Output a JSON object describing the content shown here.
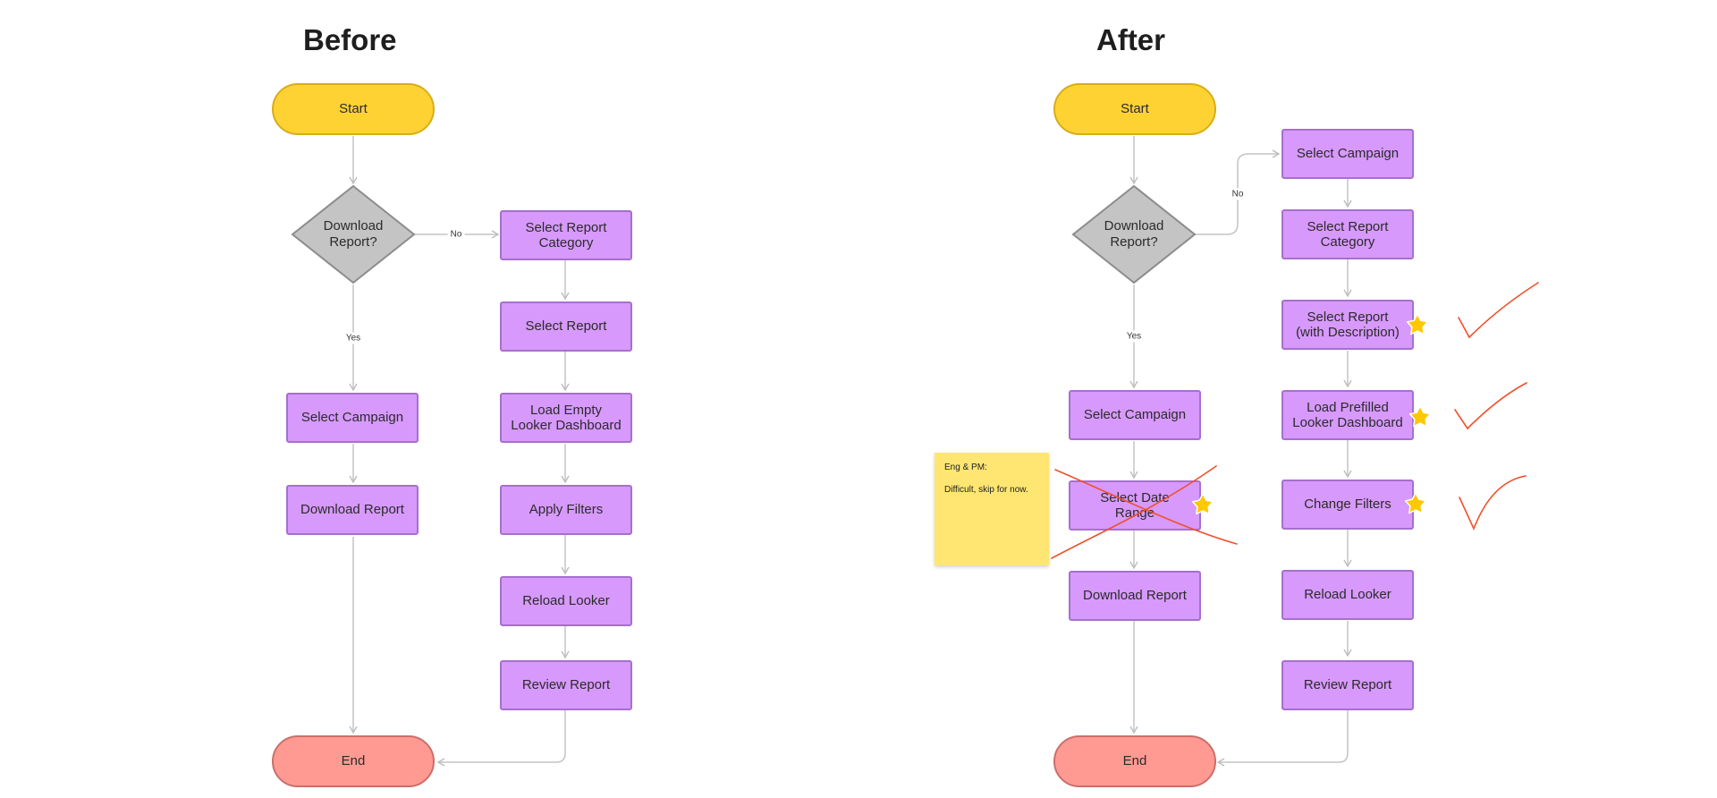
{
  "headings": {
    "before": "Before",
    "after": "After"
  },
  "before": {
    "start": "Start",
    "decision": "Download Report?",
    "no_label": "No",
    "yes_label": "Yes",
    "select_campaign": "Select Campaign",
    "download_report": "Download Report",
    "select_report_category": "Select Report Category",
    "select_report": "Select Report",
    "load_empty_looker": "Load Empty Looker Dashboard",
    "apply_filters": "Apply Filters",
    "reload_looker": "Reload Looker",
    "review_report": "Review Report",
    "end": "End"
  },
  "after": {
    "start": "Start",
    "decision": "Download Report?",
    "no_label": "No",
    "yes_label": "Yes",
    "select_campaign_left": "Select Campaign",
    "select_date_range": "Select Date Range",
    "download_report": "Download Report",
    "select_campaign_right": "Select Campaign",
    "select_report_category": "Select Report Category",
    "select_report_desc": "Select Report (with Description)",
    "load_prefilled_looker": "Load Prefilled Looker Dashboard",
    "change_filters": "Change Filters",
    "reload_looker": "Reload Looker",
    "review_report": "Review Report",
    "end": "End"
  },
  "sticky_note": {
    "line1": "Eng & PM:",
    "line2": "Difficult, skip for now."
  },
  "colors": {
    "process_fill": "#d799fb",
    "start_fill": "#ffd233",
    "end_fill": "#ff9a92",
    "decision_fill": "#c4c4c4",
    "sticky_fill": "#ffe672",
    "star": "#ffc800",
    "annotation_red": "#f0502a",
    "connector": "#bdbdbd"
  },
  "icons": {
    "star": "star-icon",
    "checkmark": "checkmark-icon",
    "cross": "cross-out-mark"
  }
}
